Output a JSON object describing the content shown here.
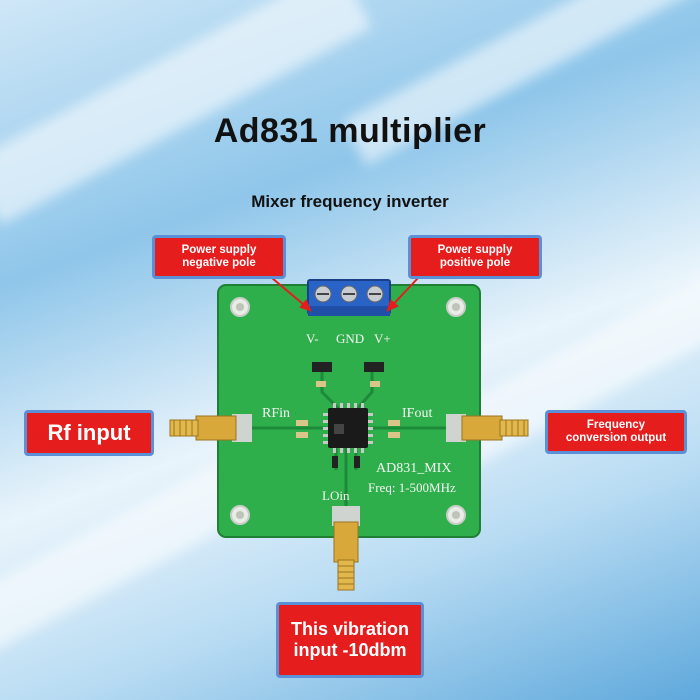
{
  "title": "Ad831 multiplier",
  "subtitle": "Mixer frequency inverter",
  "callouts": {
    "vneg_line1": "Power supply",
    "vneg_line2": "negative pole",
    "vpos_line1": "Power supply",
    "vpos_line2": "positive pole",
    "rf_input": "Rf input",
    "freq_line1": "Frequency",
    "freq_line2": "conversion output",
    "lo_line1": "This vibration",
    "lo_line2": "input -10dbm"
  },
  "board": {
    "pin_vneg": "V-",
    "pin_gnd": "GND",
    "pin_vpos": "V+",
    "rfin": "RFin",
    "ifout": "IFout",
    "loin": "LOin",
    "model": "AD831_MIX",
    "freq": "Freq: 1-500MHz"
  },
  "colors": {
    "callout_red": "#e51d1d",
    "callout_border": "#5b8fd6",
    "pcb_green": "#2fae4c",
    "gold": "#d8a93a"
  }
}
